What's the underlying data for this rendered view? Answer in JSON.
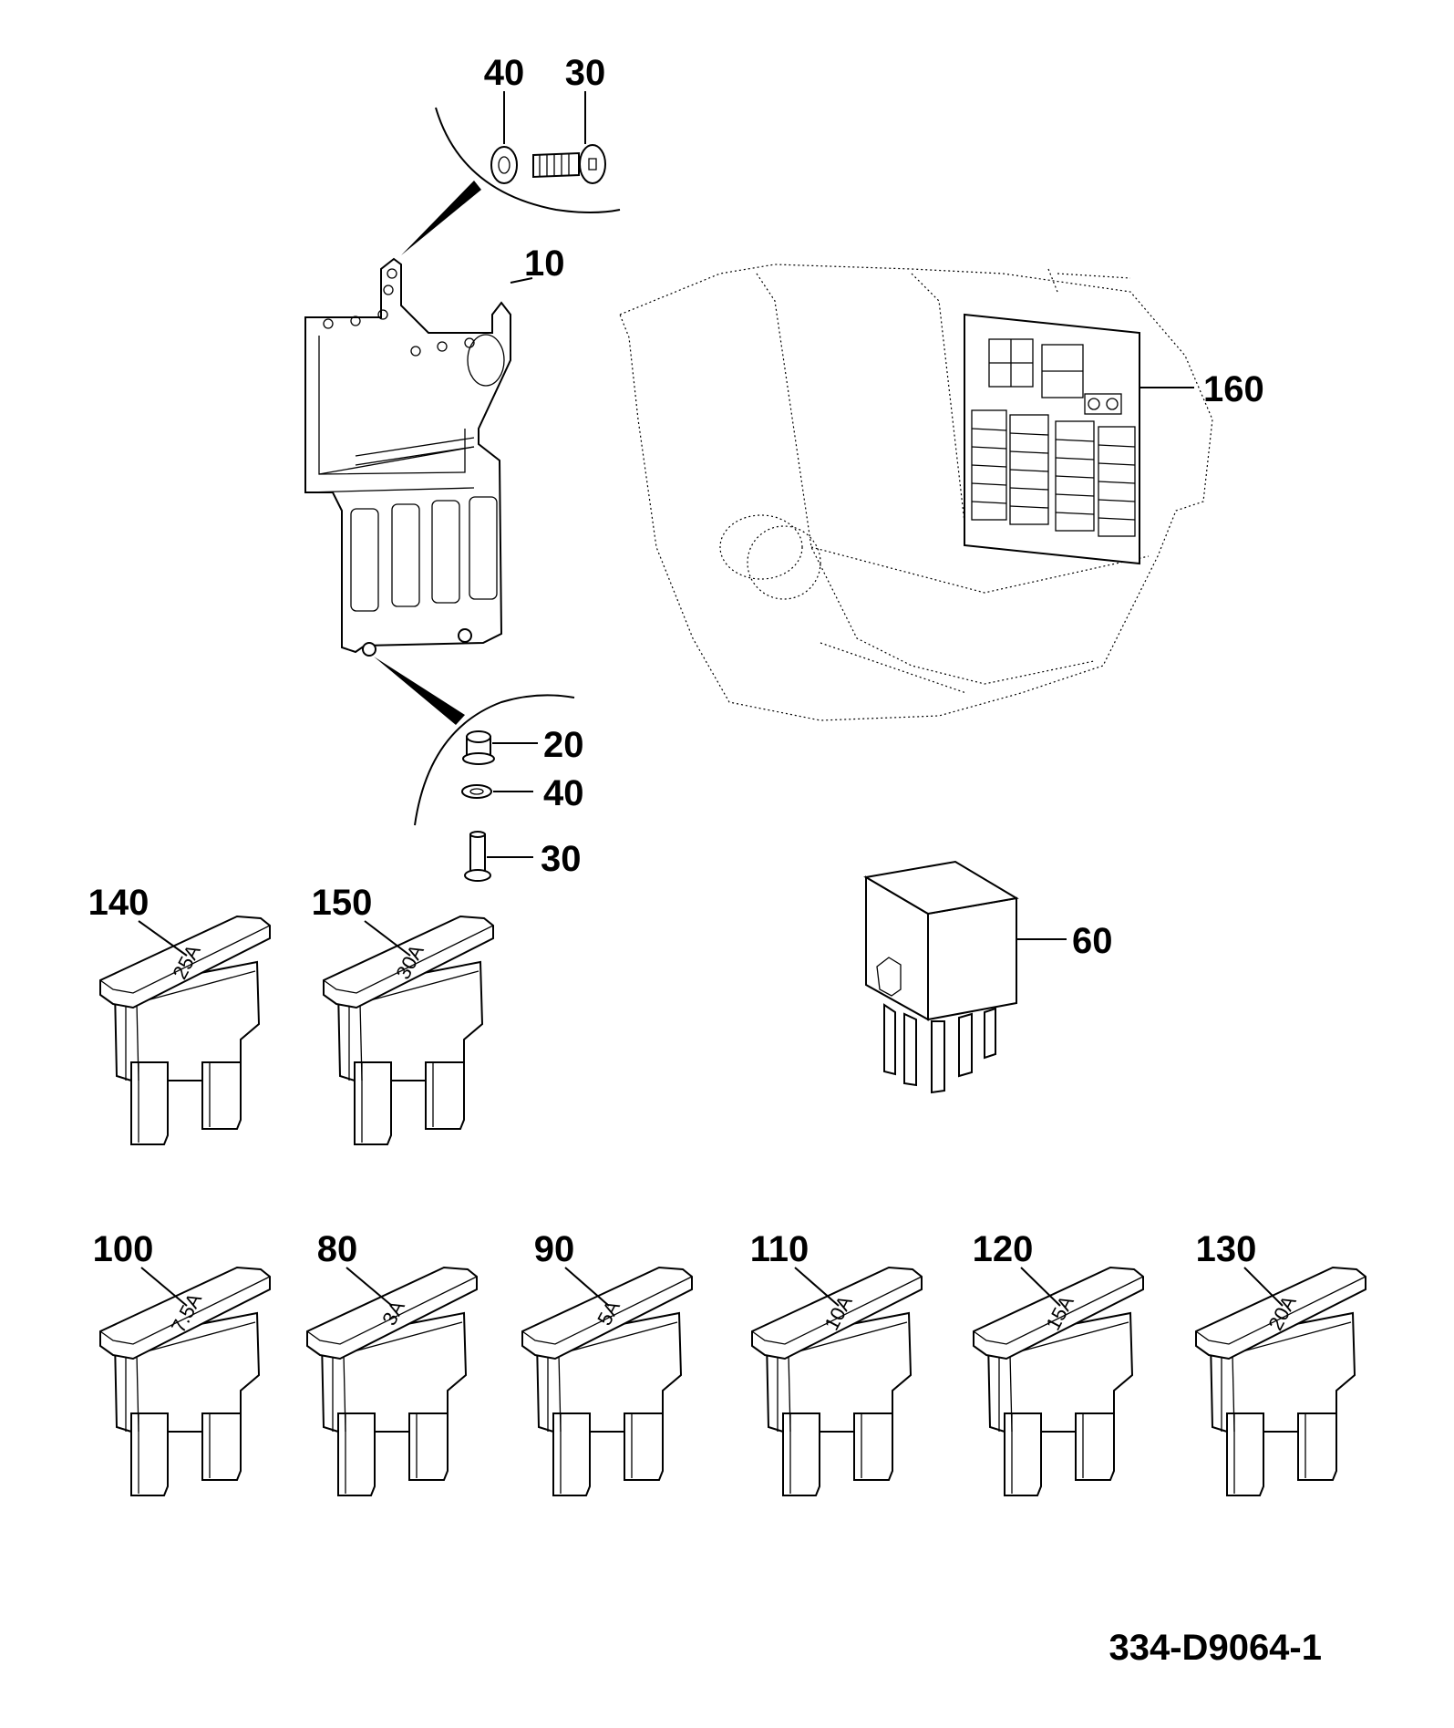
{
  "callouts": {
    "c40_top": "40",
    "c30_top": "30",
    "c10": "10",
    "c160": "160",
    "c20": "20",
    "c40_mid": "40",
    "c30_mid": "30",
    "c60": "60",
    "c140": "140",
    "c150": "150",
    "c100": "100",
    "c80": "80",
    "c90": "90",
    "c110": "110",
    "c120": "120",
    "c130": "130"
  },
  "fuse_ratings": {
    "r140": "25A",
    "r150": "30A",
    "r100": "7.5A",
    "r80": "3A",
    "r90": "5A",
    "r110": "10A",
    "r120": "15A",
    "r130": "20A"
  },
  "drawing_number": "334-D9064-1",
  "colors": {
    "ink": "#000000",
    "paper": "#ffffff"
  }
}
